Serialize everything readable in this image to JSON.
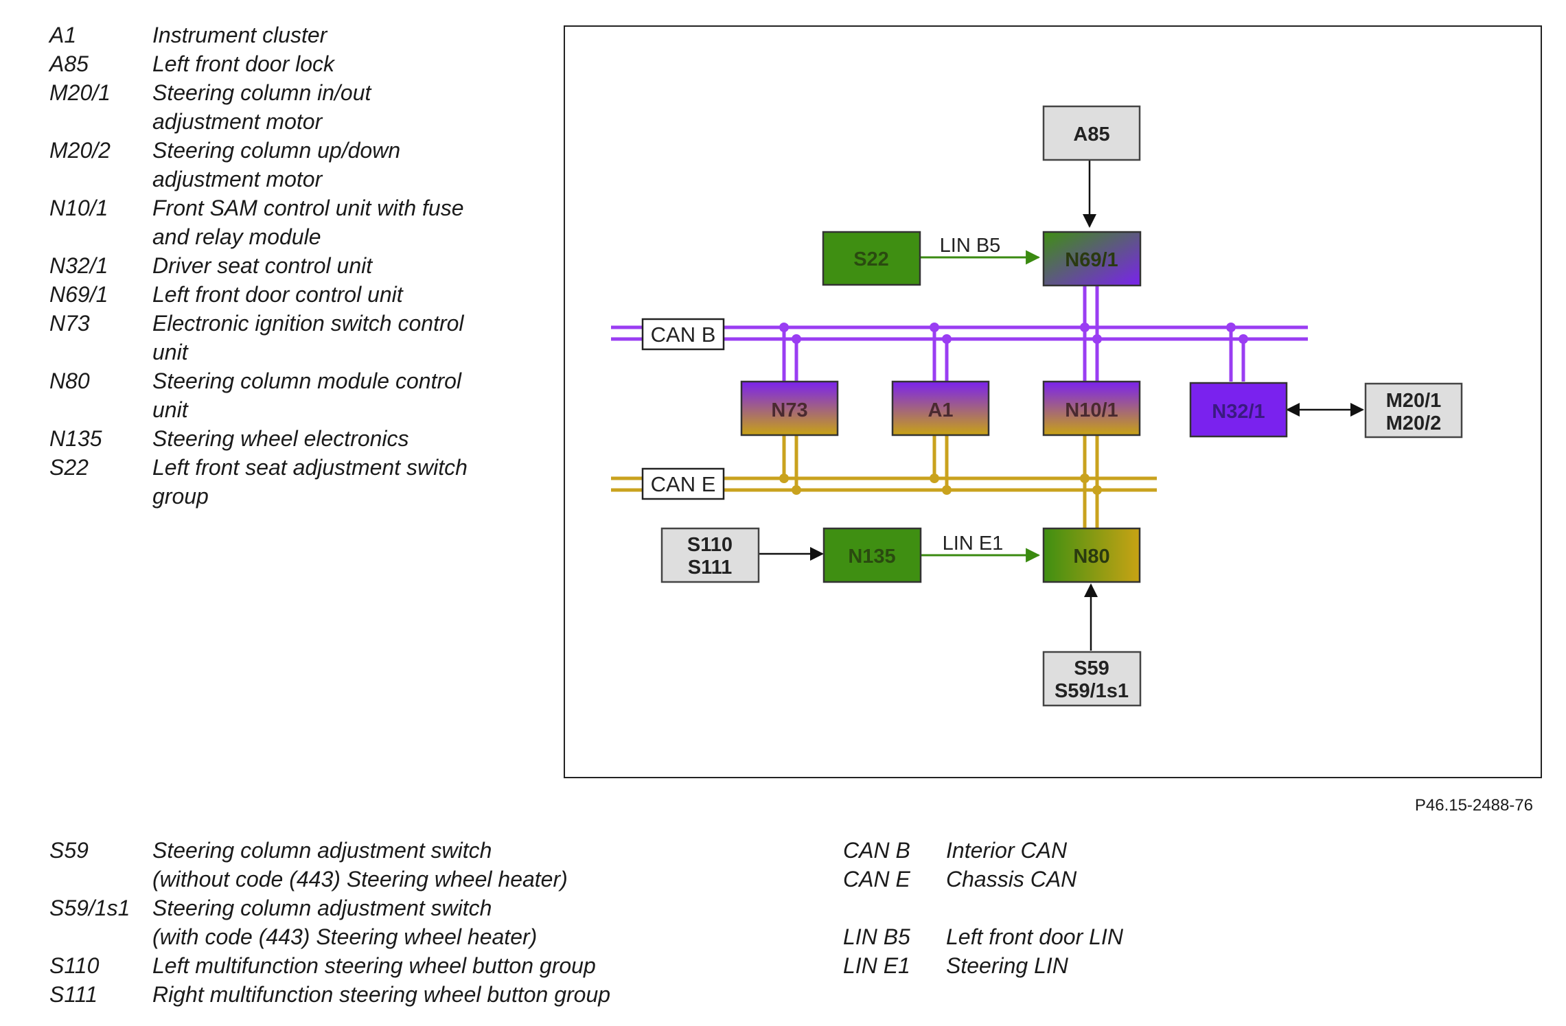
{
  "legend_top": [
    {
      "code": "A1",
      "desc": "Instrument cluster"
    },
    {
      "code": "A85",
      "desc": "Left front door lock"
    },
    {
      "code": "M20/1",
      "desc": "Steering column in/out\nadjustment motor"
    },
    {
      "code": "M20/2",
      "desc": "Steering column up/down\nadjustment motor"
    },
    {
      "code": "N10/1",
      "desc": "Front SAM control unit with fuse\nand relay module"
    },
    {
      "code": "N32/1",
      "desc": "Driver seat control unit"
    },
    {
      "code": "N69/1",
      "desc": "Left front door control unit"
    },
    {
      "code": "N73",
      "desc": "Electronic ignition switch control\nunit"
    },
    {
      "code": "N80",
      "desc": "Steering column module control\nunit"
    },
    {
      "code": "N135",
      "desc": "Steering wheel electronics"
    },
    {
      "code": "S22",
      "desc": "Left front seat adjustment switch\ngroup"
    }
  ],
  "legend_bottom_left": [
    {
      "code": "S59",
      "desc": "Steering column adjustment switch\n(without code (443) Steering wheel heater)"
    },
    {
      "code": "S59/1s1",
      "desc": "Steering column adjustment switch\n(with code (443) Steering wheel heater)"
    },
    {
      "code": "S110",
      "desc": "Left multifunction steering wheel button group"
    },
    {
      "code": "S111",
      "desc": "Right multifunction steering wheel button group"
    }
  ],
  "legend_bottom_right": [
    {
      "code": "CAN B",
      "desc": "Interior CAN"
    },
    {
      "code": "CAN E",
      "desc": "Chassis CAN"
    },
    {
      "code": "LIN B5",
      "desc": "Left front door LIN"
    },
    {
      "code": "LIN E1",
      "desc": "Steering LIN"
    }
  ],
  "reference": "P46.15-2488-76",
  "diagram": {
    "buses": {
      "can_b": "CAN B",
      "can_e": "CAN E"
    },
    "lin": {
      "b5": "LIN B5",
      "e1": "LIN E1"
    },
    "boxes": {
      "a85": "A85",
      "s22": "S22",
      "n69_1": "N69/1",
      "n73": "N73",
      "a1": "A1",
      "n10_1": "N10/1",
      "n32_1": "N32/1",
      "m20_1": "M20/1",
      "m20_2": "M20/2",
      "s110": "S110",
      "s111": "S111",
      "n135": "N135",
      "n80": "N80",
      "s59": "S59",
      "s59_1s1": "S59/1s1"
    },
    "colors": {
      "can_b": "#9a3df2",
      "can_e": "#c9a21e",
      "lin": "#3a8a10",
      "green": "#3f8f12",
      "violet": "#7a22ee",
      "amber": "#c8a314",
      "grey": "#dedede"
    }
  }
}
